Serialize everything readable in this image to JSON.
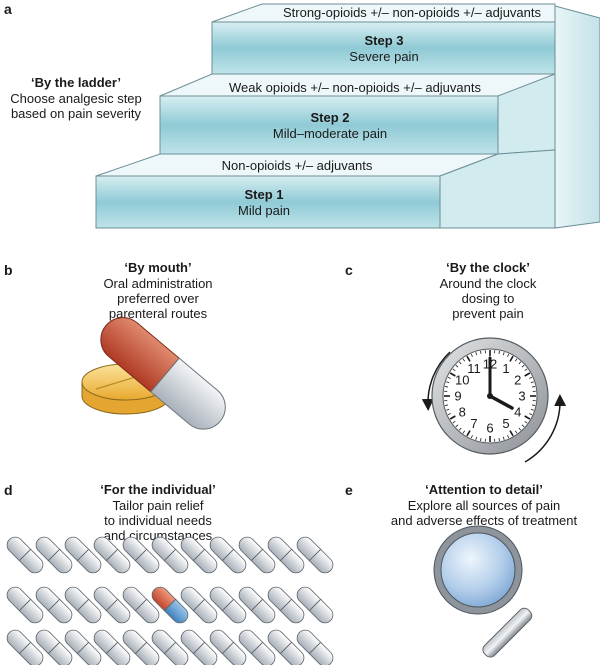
{
  "panels": {
    "a": {
      "letter": "a",
      "title": "‘By the ladder’",
      "lines": [
        "Choose analgesic step",
        "based on pain severity"
      ],
      "steps": [
        {
          "label": "Step 1",
          "desc": "Mild pain",
          "treatment": "Non-opioids +/– adjuvants"
        },
        {
          "label": "Step 2",
          "desc": "Mild–moderate pain",
          "treatment": "Weak opioids +/– non-opioids +/– adjuvants"
        },
        {
          "label": "Step 3",
          "desc": "Severe pain",
          "treatment": "Strong-opioids +/– non-opioids +/– adjuvants"
        }
      ]
    },
    "b": {
      "letter": "b",
      "title": "‘By mouth’",
      "lines": [
        "Oral administration",
        "preferred over",
        "parenteral routes"
      ]
    },
    "c": {
      "letter": "c",
      "title": "‘By the clock’",
      "lines": [
        "Around the clock",
        "dosing to",
        "prevent pain"
      ],
      "clock_numbers": [
        "12",
        "1",
        "2",
        "3",
        "4",
        "5",
        "6",
        "7",
        "8",
        "9",
        "10",
        "11"
      ]
    },
    "d": {
      "letter": "d",
      "title": "‘For the individual’",
      "lines": [
        "Tailor pain relief",
        "to individual needs",
        "and circumstances"
      ]
    },
    "e": {
      "letter": "e",
      "title": "‘Attention to detail’",
      "lines": [
        "Explore all sources of pain",
        "and adverse effects of treatment"
      ]
    }
  },
  "colors": {
    "step_face": "#9fd3dc",
    "step_top": "#e9f5f7",
    "step_side": "#c8e6eb",
    "capsule_red": "#c8503a",
    "capsule_blue": "#4a8ec6",
    "capsule_grey": "#c9cfd6",
    "tablet_yellow": "#f2c14a",
    "glass_blue": "#a9c8e8"
  }
}
